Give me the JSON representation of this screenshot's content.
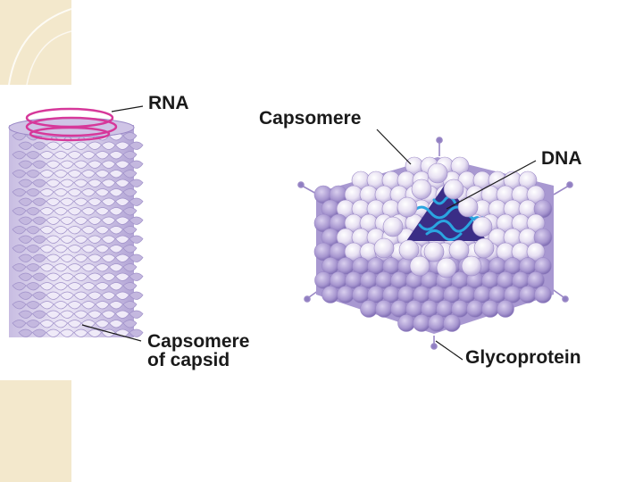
{
  "labels": {
    "rna": "RNA",
    "capsomere_of_capsid_line1": "Capsomere",
    "capsomere_of_capsid_line2": "of capsid",
    "capsomere": "Capsomere",
    "dna": "DNA",
    "glycoprotein": "Glycoprotein"
  },
  "colors": {
    "slide_accent": "#f3e8cc",
    "capsid_light": "#e4dcf0",
    "capsid_mid": "#c9bde3",
    "capsid_dark": "#9a88c6",
    "rna": "#d6389a",
    "dna": "#2aa5e0",
    "core": "#3a2d86"
  }
}
